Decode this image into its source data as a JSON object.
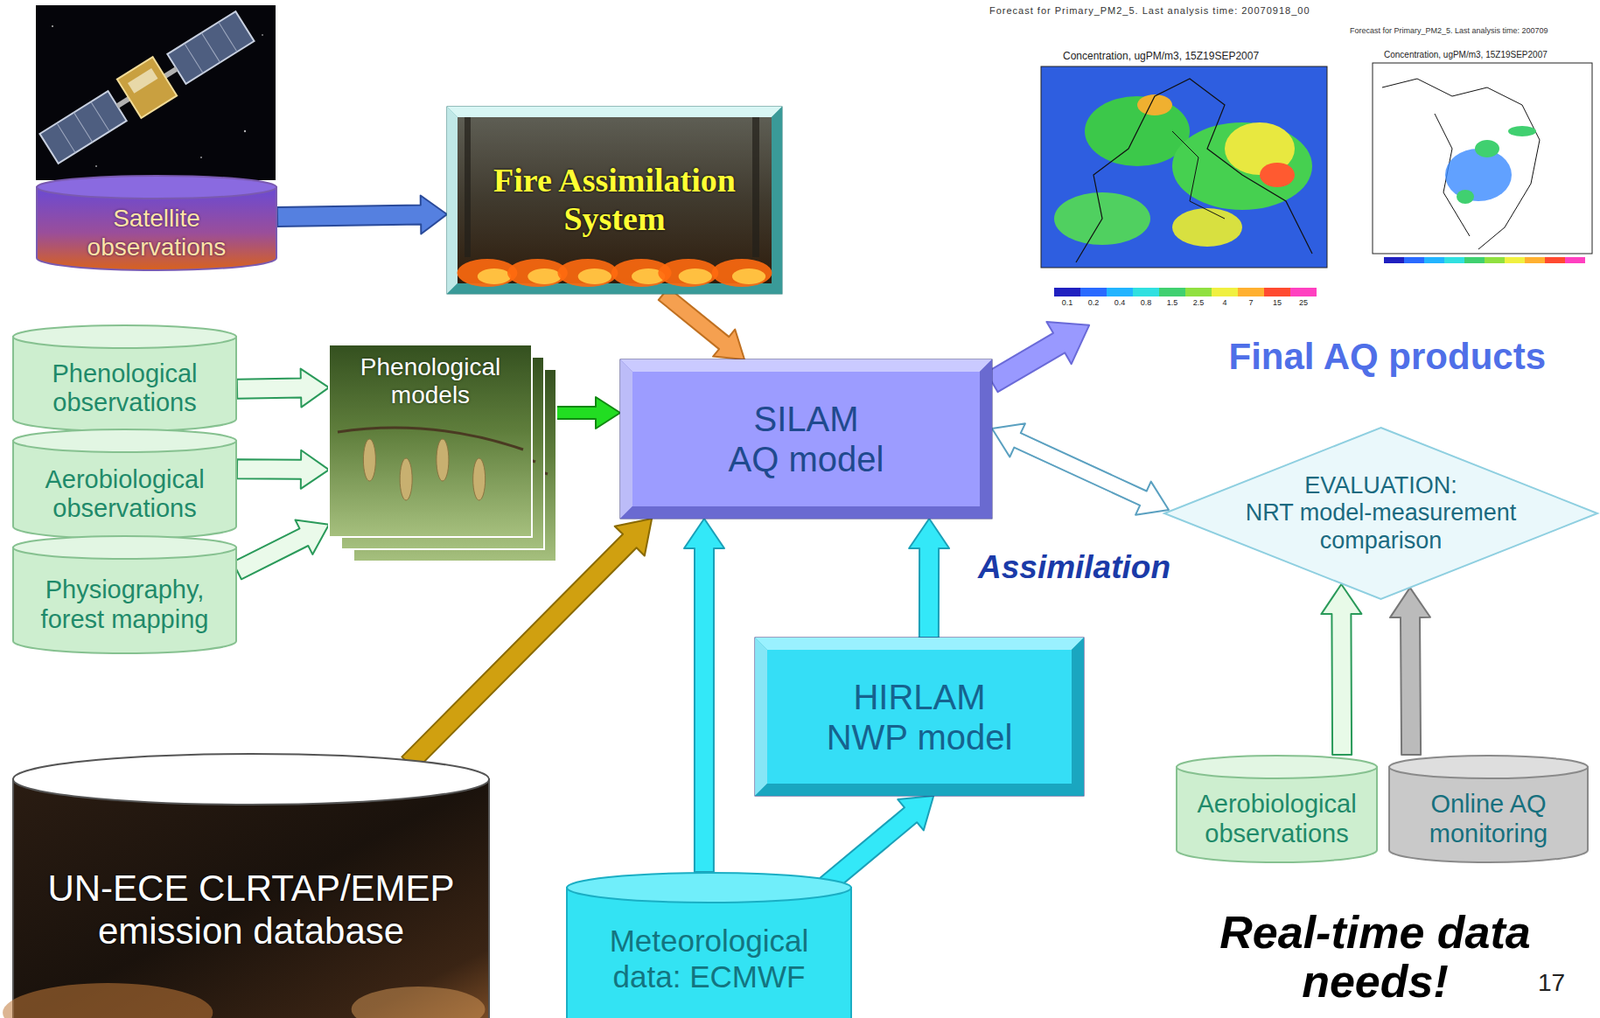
{
  "diagram": {
    "nodes": [
      {
        "text": [
          "Satellite observations"
        ]
      },
      {
        "text": [
          "Fire Assimilation System"
        ]
      },
      {
        "text": [
          "Phenological observations"
        ]
      },
      {
        "text": [
          "Aerobiological observations"
        ]
      },
      {
        "text": [
          "Physiography, forest mapping"
        ]
      },
      {
        "text": [
          "Phenological models"
        ]
      },
      {
        "text": [
          "SILAM AQ model"
        ]
      },
      {
        "text": [
          "UN-ECE CLRTAP/EMEP emission database"
        ]
      },
      {
        "text": [
          "Meteorological data: ECMWF"
        ]
      },
      {
        "text": [
          "HIRLAM NWP model"
        ]
      },
      {
        "text": [
          "EVALUATION:",
          "NRT model-measurement comparison"
        ]
      },
      {
        "text": [
          "Aerobiological observations"
        ]
      },
      {
        "text": [
          "Online AQ monitoring"
        ]
      },
      {
        "text": [
          "Final AQ products"
        ]
      }
    ],
    "edges": [
      {
        "from": 0,
        "to": 1,
        "arrow": "to"
      },
      {
        "from": 1,
        "to": 6,
        "arrow": "to"
      },
      {
        "from": 2,
        "to": 5,
        "arrow": "to"
      },
      {
        "from": 3,
        "to": 5,
        "arrow": "to"
      },
      {
        "from": 4,
        "to": 5,
        "arrow": "to"
      },
      {
        "from": 5,
        "to": 6,
        "arrow": "to"
      },
      {
        "from": 7,
        "to": 6,
        "arrow": "to"
      },
      {
        "from": 8,
        "to": 6,
        "arrow": "to"
      },
      {
        "from": 8,
        "to": 9,
        "arrow": "to"
      },
      {
        "from": 9,
        "to": 6,
        "arrow": "to"
      },
      {
        "from": 6,
        "to": 13,
        "arrow": "to"
      },
      {
        "from": 6,
        "to": 10,
        "arrow": "both"
      },
      {
        "from": 11,
        "to": 10,
        "arrow": "to"
      },
      {
        "from": 12,
        "to": 10,
        "arrow": "to"
      }
    ],
    "labels": [
      "Forecast for Primary_PM2_5. Last analysis time: 20070918_00",
      "Forecast for Primary_PM2_5. Last analysis time: 200709",
      "Concentration, ugPM/m3, 15Z19SEP2007",
      "Concentration, ugPM/m3, 15Z19SEP2007",
      "0.1",
      "0.2",
      "0.4",
      "0.8",
      "1.5",
      "2.5",
      "4",
      "7",
      "15",
      "25",
      "Assimilation",
      "Real-time data needs!",
      "17"
    ]
  }
}
